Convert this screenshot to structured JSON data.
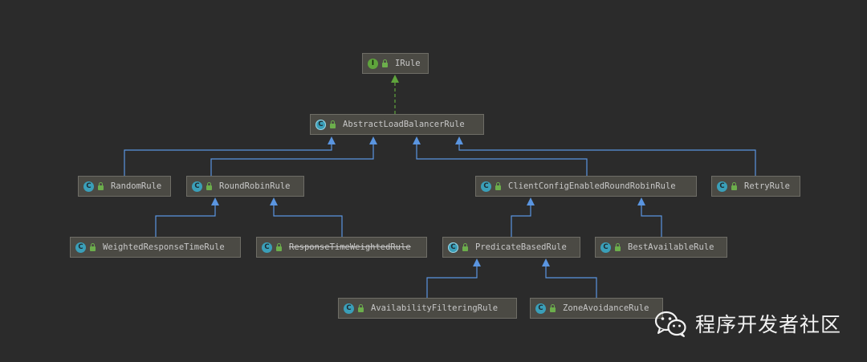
{
  "diagram": {
    "nodes": [
      {
        "id": "irule",
        "label": "IRule",
        "kind": "interface"
      },
      {
        "id": "alb",
        "label": "AbstractLoadBalancerRule",
        "kind": "abstract"
      },
      {
        "id": "random",
        "label": "RandomRule",
        "kind": "class"
      },
      {
        "id": "roundrobin",
        "label": "RoundRobinRule",
        "kind": "class"
      },
      {
        "id": "ccerr",
        "label": "ClientConfigEnabledRoundRobinRule",
        "kind": "class"
      },
      {
        "id": "retry",
        "label": "RetryRule",
        "kind": "class"
      },
      {
        "id": "wrt",
        "label": "WeightedResponseTimeRule",
        "kind": "class"
      },
      {
        "id": "rtw",
        "label": "ResponseTimeWeightedRule",
        "kind": "class",
        "deprecated": true
      },
      {
        "id": "predicate",
        "label": "PredicateBasedRule",
        "kind": "abstract"
      },
      {
        "id": "bestavail",
        "label": "BestAvailableRule",
        "kind": "class"
      },
      {
        "id": "availfilter",
        "label": "AvailabilityFilteringRule",
        "kind": "class"
      },
      {
        "id": "zoneavoid",
        "label": "ZoneAvoidanceRule",
        "kind": "class"
      }
    ],
    "edges": [
      {
        "from": "alb",
        "to": "irule",
        "type": "implements"
      },
      {
        "from": "random",
        "to": "alb",
        "type": "extends"
      },
      {
        "from": "roundrobin",
        "to": "alb",
        "type": "extends"
      },
      {
        "from": "ccerr",
        "to": "alb",
        "type": "extends"
      },
      {
        "from": "retry",
        "to": "alb",
        "type": "extends"
      },
      {
        "from": "wrt",
        "to": "roundrobin",
        "type": "extends"
      },
      {
        "from": "rtw",
        "to": "roundrobin",
        "type": "extends"
      },
      {
        "from": "predicate",
        "to": "ccerr",
        "type": "extends"
      },
      {
        "from": "bestavail",
        "to": "ccerr",
        "type": "extends"
      },
      {
        "from": "availfilter",
        "to": "predicate",
        "type": "extends"
      },
      {
        "from": "zoneavoid",
        "to": "predicate",
        "type": "extends"
      }
    ],
    "colors": {
      "background": "#2b2b2b",
      "node": "#4b4a44",
      "extends": "#5a95e0",
      "implements": "#5fa43c"
    }
  },
  "watermark": {
    "text": "程序开发者社区",
    "icon": "wechat-icon"
  }
}
